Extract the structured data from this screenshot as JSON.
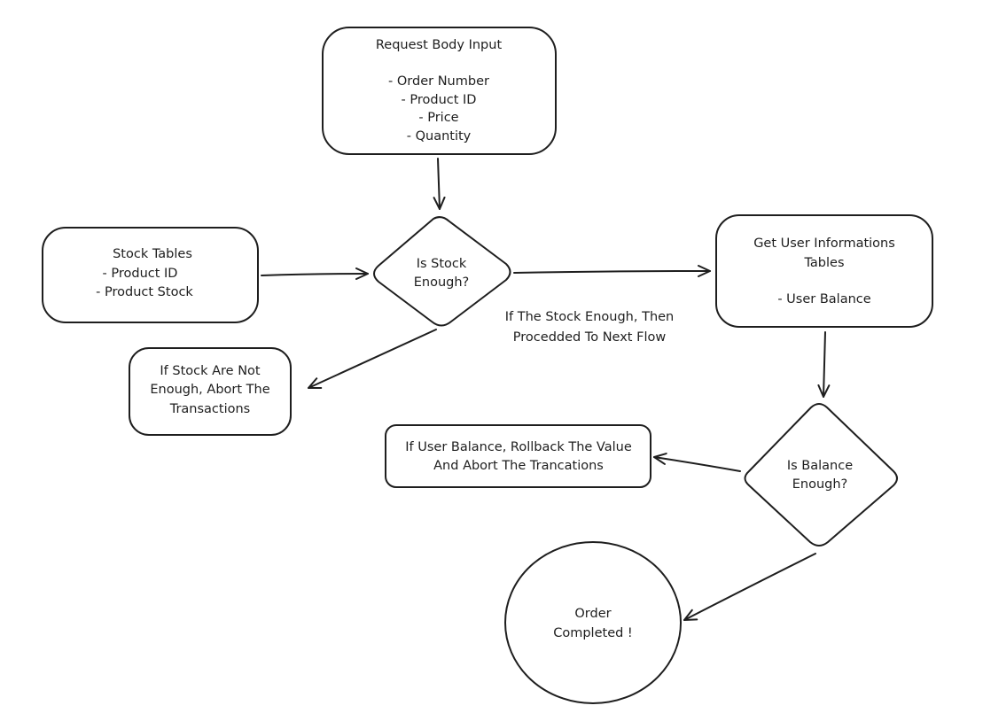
{
  "diagram": {
    "nodes": {
      "request_body": {
        "lines": [
          "Request Body Input",
          "",
          "- Order Number",
          "- Product ID",
          "- Price",
          "- Quantity"
        ]
      },
      "stock_tables": {
        "lines": [
          "Stock Tables",
          "- Product ID",
          "- Product Stock"
        ]
      },
      "is_stock_enough": {
        "lines": [
          "Is Stock",
          "Enough?"
        ]
      },
      "get_user_info": {
        "lines": [
          "Get User Informations",
          "Tables",
          "",
          "- User Balance"
        ]
      },
      "stock_abort": {
        "lines": [
          "If Stock Are Not",
          "Enough, Abort The",
          "Transactions"
        ]
      },
      "is_balance_enough": {
        "lines": [
          "Is Balance",
          "Enough?"
        ]
      },
      "balance_abort": {
        "lines": [
          "If User Balance, Rollback The Value",
          "And Abort The Trancations"
        ]
      },
      "order_completed": {
        "lines": [
          "Order",
          "Completed !"
        ]
      }
    },
    "annotations": {
      "proceed_note": {
        "lines": [
          "If The Stock Enough, Then",
          "Procedded To Next Flow"
        ]
      }
    }
  }
}
